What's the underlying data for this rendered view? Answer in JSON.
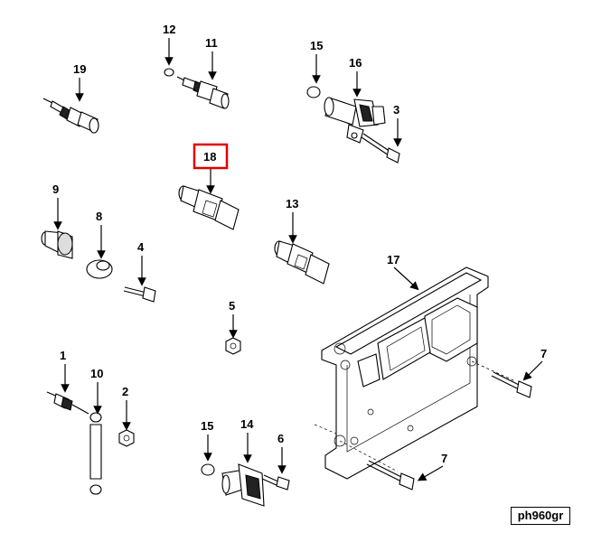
{
  "diagram": {
    "reference_code": "ph960gr",
    "highlight_color": "#e00000",
    "highlighted_callout": "18",
    "callouts": {
      "c1": "1",
      "c2": "2",
      "c3": "3",
      "c4": "4",
      "c5": "5",
      "c6": "6",
      "c7a": "7",
      "c7b": "7",
      "c8": "8",
      "c9": "9",
      "c10": "10",
      "c11": "11",
      "c12": "12",
      "c13": "13",
      "c14": "14",
      "c15a": "15",
      "c15b": "15",
      "c16": "16",
      "c17": "17",
      "c18": "18",
      "c19": "19"
    }
  }
}
